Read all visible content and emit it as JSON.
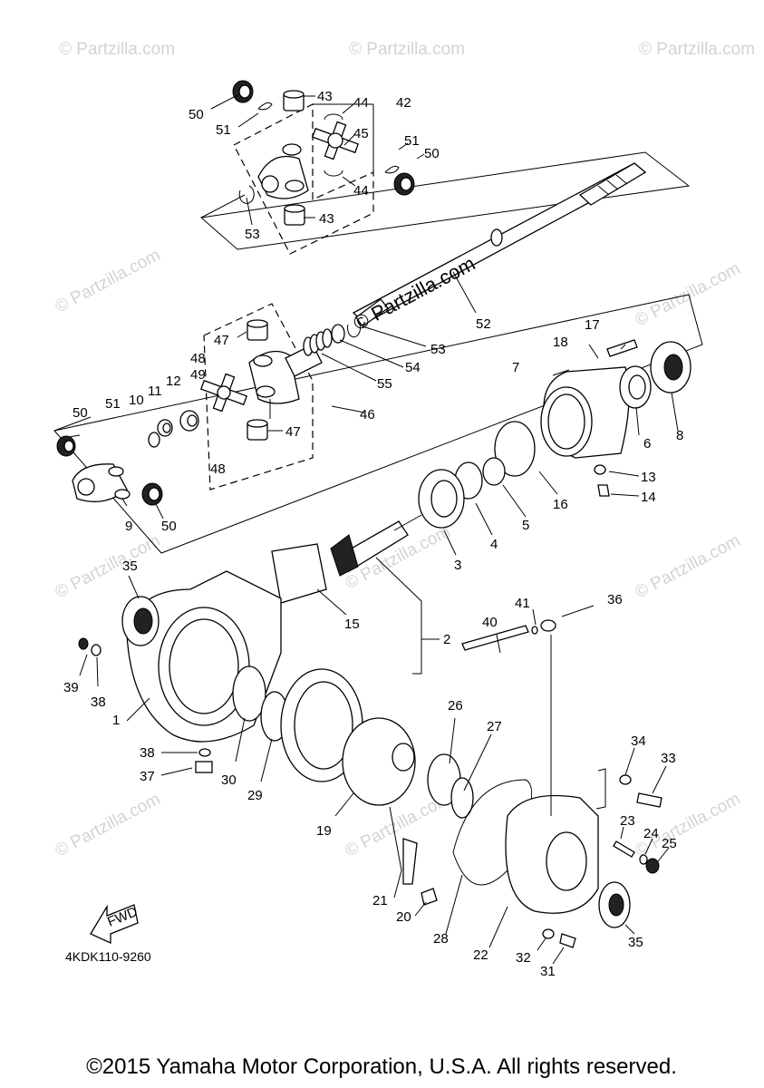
{
  "diagram": {
    "code": "4KDK110-9260",
    "copyright": "©2015 Yamaha Motor Corporation, U.S.A. All rights reserved.",
    "fwd_label": "FWD",
    "watermark": "© Partzilla.com",
    "watermark_big": "© Partzilla.com",
    "part_numbers": [
      "1",
      "2",
      "3",
      "4",
      "5",
      "6",
      "7",
      "8",
      "9",
      "10",
      "11",
      "12",
      "13",
      "14",
      "15",
      "16",
      "17",
      "18",
      "19",
      "20",
      "21",
      "22",
      "23",
      "24",
      "25",
      "26",
      "27",
      "28",
      "29",
      "30",
      "31",
      "32",
      "33",
      "34",
      "35",
      "36",
      "37",
      "38",
      "39",
      "40",
      "41",
      "42",
      "43",
      "44",
      "45",
      "46",
      "47",
      "48",
      "49",
      "50",
      "51",
      "52",
      "53",
      "54",
      "55"
    ],
    "callouts": [
      {
        "num": "50"
      },
      {
        "num": "51"
      },
      {
        "num": "43"
      },
      {
        "num": "44"
      },
      {
        "num": "42"
      },
      {
        "num": "45"
      },
      {
        "num": "51"
      },
      {
        "num": "50"
      },
      {
        "num": "44"
      },
      {
        "num": "53"
      },
      {
        "num": "43"
      },
      {
        "num": "52"
      },
      {
        "num": "53"
      },
      {
        "num": "54"
      },
      {
        "num": "55"
      },
      {
        "num": "47"
      },
      {
        "num": "48"
      },
      {
        "num": "49"
      },
      {
        "num": "12"
      },
      {
        "num": "11"
      },
      {
        "num": "10"
      },
      {
        "num": "51"
      },
      {
        "num": "50"
      },
      {
        "num": "46"
      },
      {
        "num": "47"
      },
      {
        "num": "48"
      },
      {
        "num": "9"
      },
      {
        "num": "50"
      },
      {
        "num": "17"
      },
      {
        "num": "18"
      },
      {
        "num": "7"
      },
      {
        "num": "6"
      },
      {
        "num": "8"
      },
      {
        "num": "13"
      },
      {
        "num": "14"
      },
      {
        "num": "16"
      },
      {
        "num": "5"
      },
      {
        "num": "4"
      },
      {
        "num": "3"
      },
      {
        "num": "35"
      },
      {
        "num": "15"
      },
      {
        "num": "2"
      },
      {
        "num": "39"
      },
      {
        "num": "38"
      },
      {
        "num": "1"
      },
      {
        "num": "41"
      },
      {
        "num": "36"
      },
      {
        "num": "40"
      },
      {
        "num": "26"
      },
      {
        "num": "27"
      },
      {
        "num": "38"
      },
      {
        "num": "37"
      },
      {
        "num": "30"
      },
      {
        "num": "29"
      },
      {
        "num": "19"
      },
      {
        "num": "34"
      },
      {
        "num": "33"
      },
      {
        "num": "23"
      },
      {
        "num": "24"
      },
      {
        "num": "25"
      },
      {
        "num": "21"
      },
      {
        "num": "20"
      },
      {
        "num": "28"
      },
      {
        "num": "22"
      },
      {
        "num": "35"
      },
      {
        "num": "32"
      },
      {
        "num": "31"
      }
    ]
  }
}
